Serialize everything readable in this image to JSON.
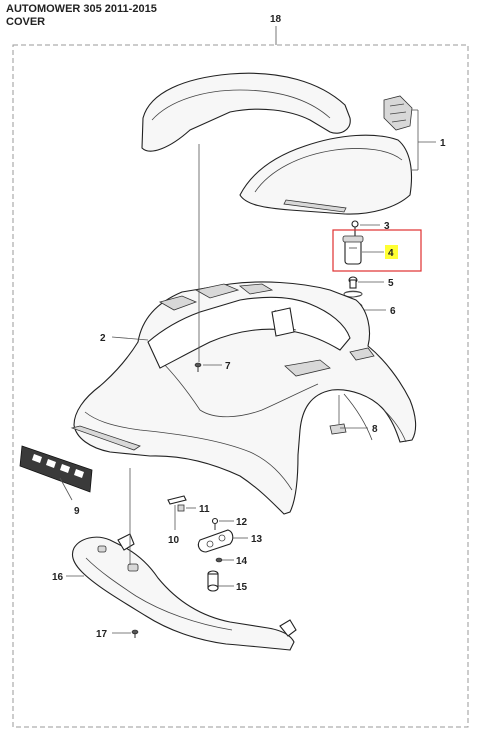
{
  "header": {
    "model": "AUTOMOWER 305 2011-2015",
    "section": "COVER"
  },
  "callouts": [
    {
      "id": "18",
      "label": "18",
      "highlighted": false
    },
    {
      "id": "1",
      "label": "1",
      "highlighted": false
    },
    {
      "id": "3",
      "label": "3",
      "highlighted": false
    },
    {
      "id": "4",
      "label": "4",
      "highlighted": true
    },
    {
      "id": "5",
      "label": "5",
      "highlighted": false
    },
    {
      "id": "6",
      "label": "6",
      "highlighted": false
    },
    {
      "id": "2",
      "label": "2",
      "highlighted": false
    },
    {
      "id": "7",
      "label": "7",
      "highlighted": false
    },
    {
      "id": "8",
      "label": "8",
      "highlighted": false
    },
    {
      "id": "9",
      "label": "9",
      "highlighted": false
    },
    {
      "id": "11",
      "label": "11",
      "highlighted": false
    },
    {
      "id": "10",
      "label": "10",
      "highlighted": false
    },
    {
      "id": "12",
      "label": "12",
      "highlighted": false
    },
    {
      "id": "13",
      "label": "13",
      "highlighted": false
    },
    {
      "id": "14",
      "label": "14",
      "highlighted": false
    },
    {
      "id": "16",
      "label": "16",
      "highlighted": false
    },
    {
      "id": "15",
      "label": "15",
      "highlighted": false
    },
    {
      "id": "17",
      "label": "17",
      "highlighted": false
    }
  ],
  "colors": {
    "highlight": "#ffff33",
    "highlight_box": "#e03030",
    "dashed_border": "#9a9a9a"
  }
}
